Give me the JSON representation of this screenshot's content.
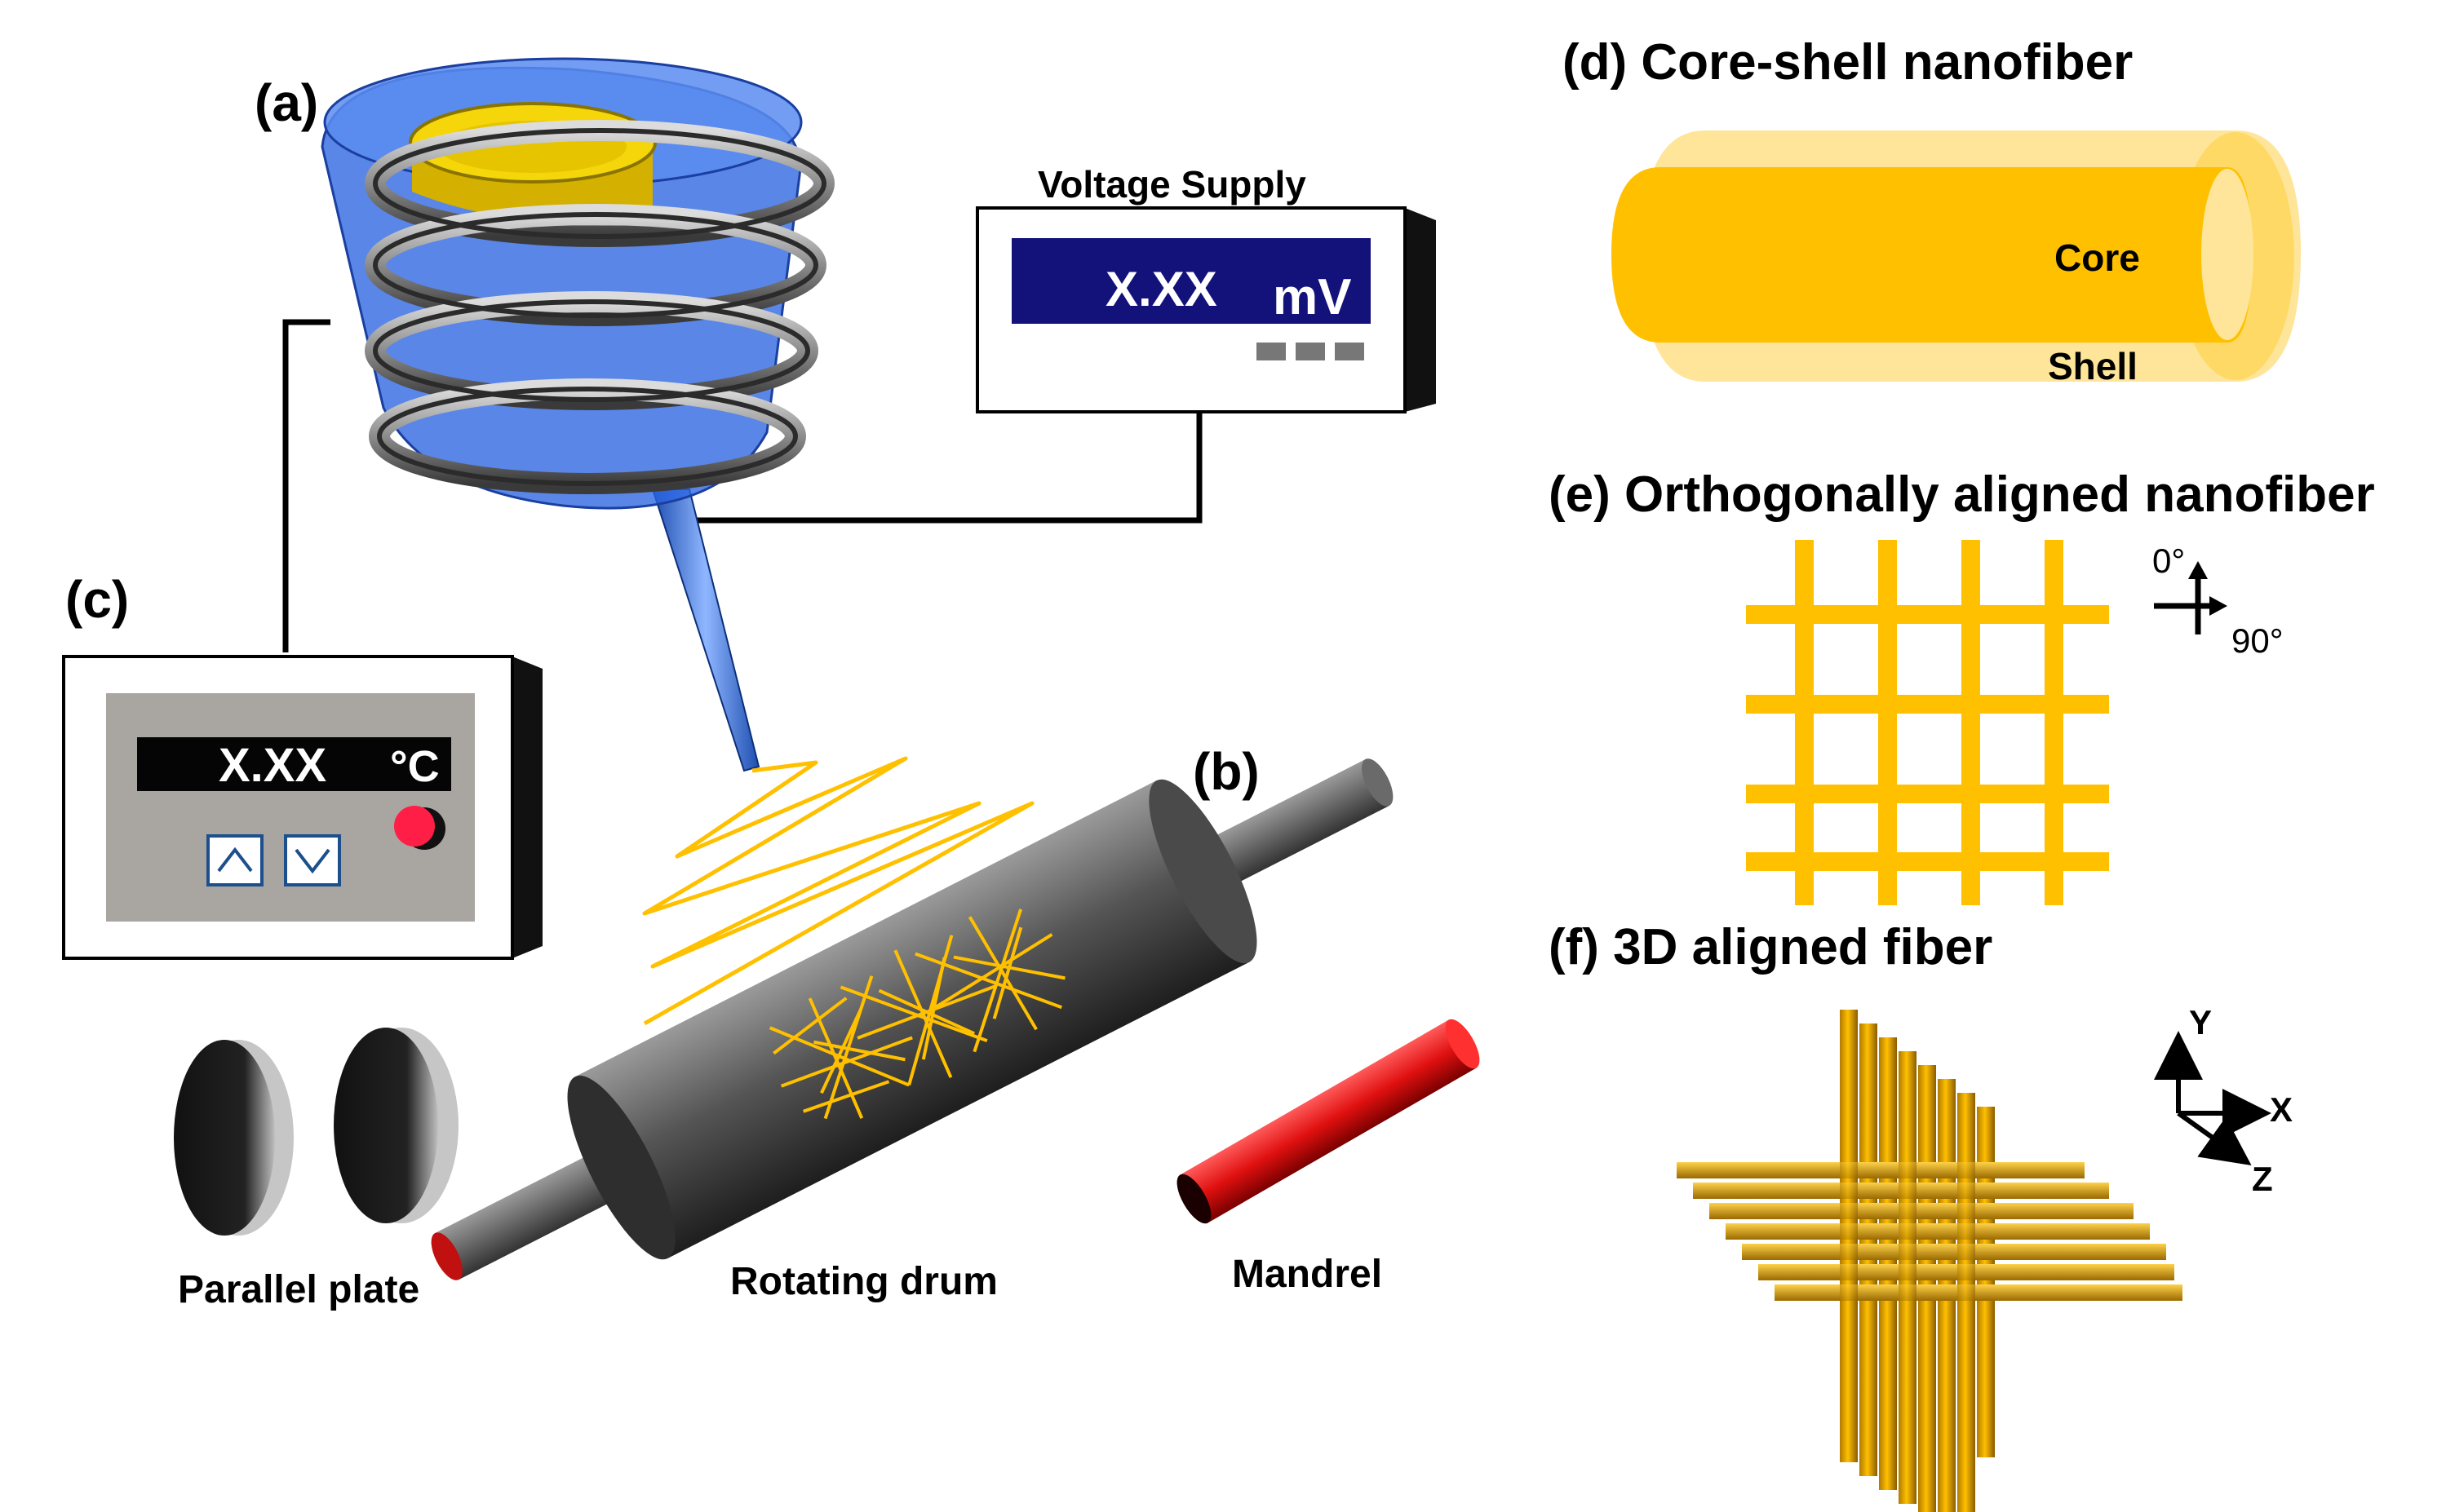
{
  "panels": {
    "a": {
      "label": "(a)"
    },
    "b": {
      "label": "(b)"
    },
    "c": {
      "label": "(c)"
    },
    "d": {
      "label": "(d) Core-shell nanofiber",
      "core": "Core",
      "shell": "Shell"
    },
    "e": {
      "label": "(e) Orthogonally aligned nanofiber",
      "angle_0": "0°",
      "angle_90": "90°"
    },
    "f": {
      "label": "(f) 3D aligned fiber",
      "axis_y": "Y",
      "axis_x": "X",
      "axis_z": "Z"
    }
  },
  "voltage_supply": {
    "title": "Voltage Supply",
    "reading": "X.XX",
    "unit": "mV"
  },
  "temperature_controller": {
    "reading": "X.XX",
    "unit": "°C"
  },
  "collectors": {
    "parallel_plate": "Parallel plate",
    "rotating_drum": "Rotating drum",
    "mandrel": "Mandrel"
  },
  "colors": {
    "fiber_gold": "#ffc000",
    "shell_light": "#ffe599",
    "display_blue": "#12127a",
    "mandrel_red": "#e01010",
    "heater_blue": "#2a64e0"
  }
}
